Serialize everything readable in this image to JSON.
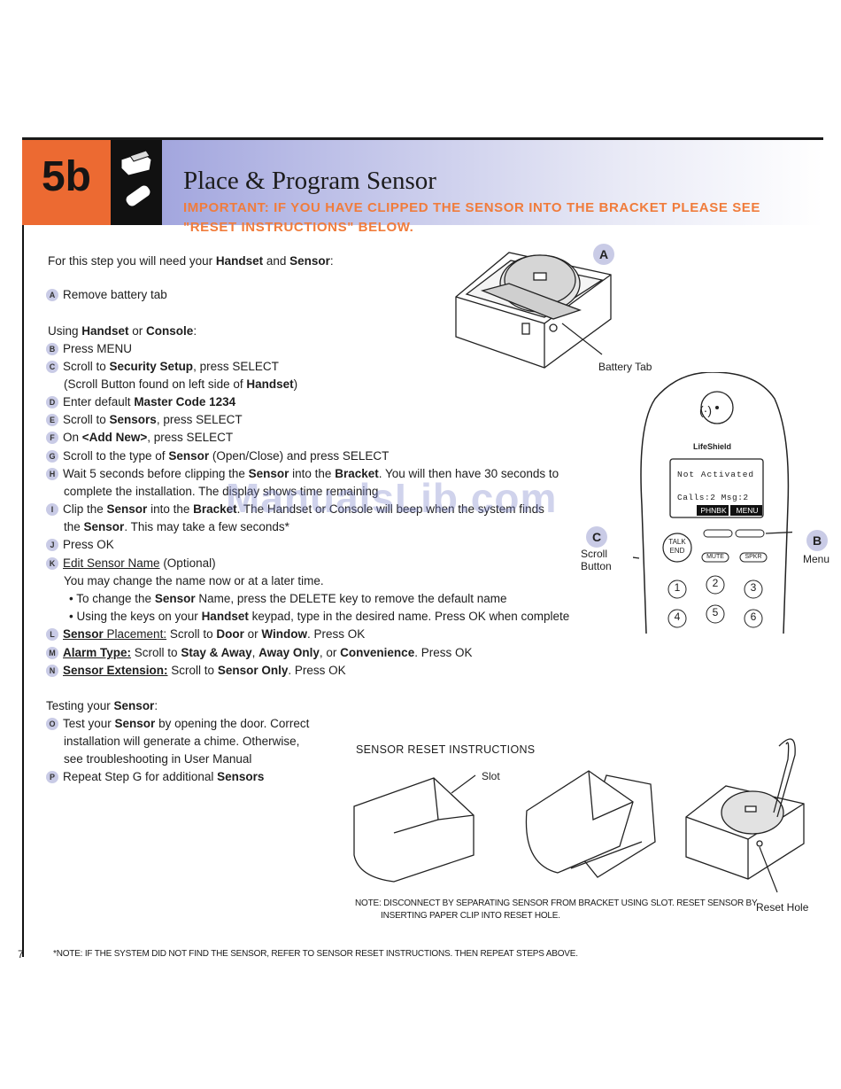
{
  "header": {
    "step": "5b",
    "title": "Place & Program Sensor",
    "important_line1": "IMPORTANT: IF YOU HAVE CLIPPED THE SENSOR INTO THE BRACKET PLEASE SEE",
    "important_line2": "\"RESET INSTRUCTIONS\" BELOW."
  },
  "intro": {
    "pre": "For this step you will need your ",
    "handset": "Handset",
    "and": " and ",
    "sensor": "Sensor",
    "post": ":"
  },
  "steps": {
    "a": {
      "label": "A",
      "text": "Remove battery tab"
    },
    "using": {
      "pre": "Using ",
      "b1": "Handset",
      "mid": " or ",
      "b2": "Console",
      "post": ":"
    },
    "b": {
      "label": "B",
      "text": "Press MENU"
    },
    "c": {
      "label": "C",
      "pre": "Scroll to ",
      "bold": "Security Setup",
      "post": ", press SELECT"
    },
    "c2": {
      "pre": "(Scroll Button found on left side of ",
      "bold": "Handset",
      "post": ")"
    },
    "d": {
      "label": "D",
      "pre": "Enter default ",
      "bold": "Master Code 1234"
    },
    "e": {
      "label": "E",
      "pre": "Scroll to ",
      "bold": "Sensors",
      "post": ", press SELECT"
    },
    "f": {
      "label": "F",
      "pre": "On ",
      "bold": "<Add New>",
      "post": ", press SELECT"
    },
    "g": {
      "label": "G",
      "pre": "Scroll to the type of ",
      "bold": "Sensor",
      "post": " (Open/Close) and press SELECT"
    },
    "h": {
      "label": "H",
      "pre": "Wait 5 seconds before clipping the ",
      "b1": "Sensor",
      "mid": " into the ",
      "b2": "Bracket",
      "post": ". You will then have 30 seconds to"
    },
    "h2": {
      "text": "complete the installation. The display shows time remaining"
    },
    "i": {
      "label": "I",
      "pre": "Clip the ",
      "b1": "Sensor",
      "mid": " into the ",
      "b2": "Bracket",
      "post": ". The Handset or Console will beep when the system finds"
    },
    "i2": {
      "pre": "the ",
      "bold": "Sensor",
      "post": ". This may take a few seconds*"
    },
    "j": {
      "label": "J",
      "text": "Press OK"
    },
    "k": {
      "label": "K",
      "u": "Edit Sensor Name",
      "post": " (Optional)"
    },
    "k2": {
      "text": "You may change the name now or at a later time."
    },
    "k3": {
      "pre": "• To change the ",
      "bold": "Sensor",
      "post": " Name, press the DELETE key to remove the default name"
    },
    "k4": {
      "pre": "• Using the keys on your ",
      "bold": "Handset",
      "post": " keypad, type in the desired name. Press OK when complete"
    },
    "l": {
      "label": "L",
      "ub": "Sensor",
      "u": " Placement:",
      "pre": " Scroll to ",
      "b1": "Door",
      "mid": " or ",
      "b2": "Window",
      "post": ". Press OK"
    },
    "m": {
      "label": "M",
      "ub": "Alarm Type:",
      "pre": " Scroll to ",
      "b1": "Stay & Away",
      "s1": ", ",
      "b2": "Away Only",
      "s2": ", or ",
      "b3": "Convenience",
      "post": ". Press OK"
    },
    "n": {
      "label": "N",
      "ub": "Sensor Extension:",
      "pre": " Scroll to ",
      "bold": "Sensor Only",
      "post": ". Press OK"
    }
  },
  "testing": {
    "head_pre": "Testing your ",
    "head_bold": "Sensor",
    "head_post": ":",
    "o": {
      "label": "O",
      "pre": "Test your ",
      "bold": "Sensor",
      "post": " by opening the door. Correct"
    },
    "o2": "installation will generate a chime. Otherwise,",
    "o3": "see troubleshooting in User Manual",
    "p": {
      "label": "P",
      "pre": "Repeat Step G for additional ",
      "bold": "Sensors"
    }
  },
  "figures": {
    "callout_a": "A",
    "battery_tab": "Battery Tab",
    "brand": "LifeShield",
    "screen_line1": "Not Activated",
    "screen_line2": "Calls:2  Msg:2",
    "soft_left": "PHNBK",
    "soft_right": "MENU",
    "talk": "TALK",
    "end": "END",
    "mute": "MUTE",
    "spkr": "SPKR",
    "keys": [
      "1",
      "2",
      "3",
      "4",
      "5",
      "6"
    ],
    "callout_b": "B",
    "menu": "Menu",
    "callout_c": "C",
    "scroll": "Scroll",
    "button": "Button",
    "reset_title": "SENSOR RESET INSTRUCTIONS",
    "slot": "Slot",
    "reset_hole": "Reset Hole",
    "note1": "NOTE: DISCONNECT BY SEPARATING SENSOR FROM BRACKET USING SLOT. RESET SENSOR BY",
    "note2": "INSERTING PAPER CLIP INTO RESET HOLE."
  },
  "footer": {
    "page": "7",
    "note": "*NOTE: IF THE SYSTEM DID NOT FIND THE SENSOR, REFER TO SENSOR RESET INSTRUCTIONS. THEN REPEAT STEPS ABOVE."
  },
  "watermark": "ManualsLib.com",
  "colors": {
    "accent": "#ec6a32",
    "important": "#f07c3c",
    "header_grad": "#8c90d6",
    "callout": "#c9cbe6"
  }
}
